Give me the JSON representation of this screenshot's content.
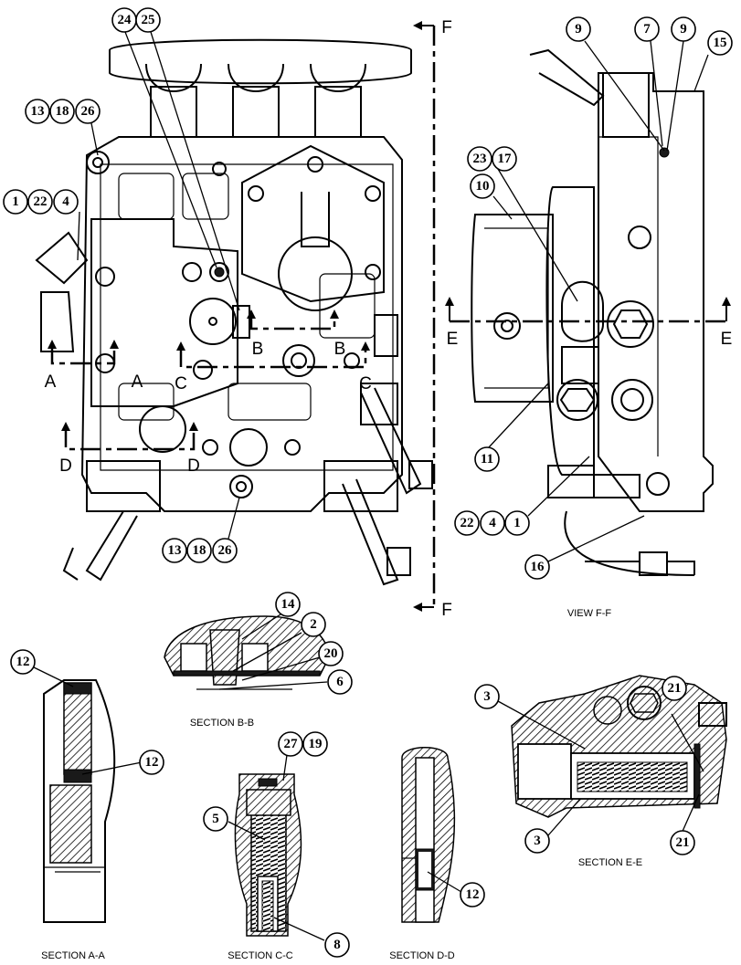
{
  "view_labels": {
    "A": "A",
    "B": "B",
    "C": "C",
    "D": "D",
    "E": "E",
    "F": "F"
  },
  "captions": {
    "view_ff": "VIEW F-F",
    "section_aa": "SECTION A-A",
    "section_bb": "SECTION B-B",
    "section_cc": "SECTION C-C",
    "section_dd": "SECTION D-D",
    "section_ee": "SECTION E-E"
  },
  "callouts": {
    "c24": "24",
    "c25": "25",
    "c13a": "13",
    "c18a": "18",
    "c26a": "26",
    "c1a": "1",
    "c22a": "22",
    "c4a": "4",
    "c13b": "13",
    "c18b": "18",
    "c26b": "26",
    "c9a": "9",
    "c7": "7",
    "c9b": "9",
    "c15": "15",
    "c23": "23",
    "c17": "17",
    "c10": "10",
    "c11": "11",
    "c22b": "22",
    "c4b": "4",
    "c1b": "1",
    "c16": "16",
    "c14": "14",
    "c2": "2",
    "c20": "20",
    "c6": "6",
    "c12a": "12",
    "c12b": "12",
    "c12c": "12",
    "c27": "27",
    "c19": "19",
    "c5": "5",
    "c8": "8",
    "c3a": "3",
    "c3b": "3",
    "c21a": "21",
    "c21b": "21"
  }
}
